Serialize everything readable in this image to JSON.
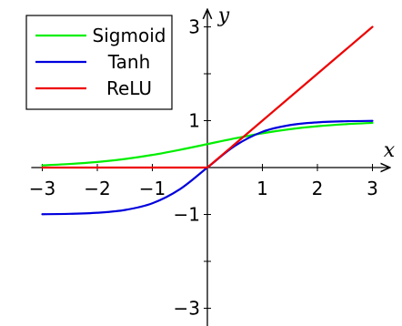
{
  "chart_data": {
    "type": "line",
    "xlabel": "x",
    "ylabel": "y",
    "xlim": [
      -3.2,
      3.3
    ],
    "ylim": [
      -3.4,
      3.35
    ],
    "x_ticks": [
      -3,
      -2,
      -1,
      1,
      2,
      3
    ],
    "x_tick_labels": [
      "−3",
      "−2",
      "−1",
      "1",
      "2",
      "3"
    ],
    "y_ticks": [
      -3,
      -1,
      1,
      3
    ],
    "y_tick_labels": [
      "−3",
      "−1",
      "1",
      "3"
    ],
    "grid": false,
    "legend_position": "top-left",
    "series": [
      {
        "name": "Sigmoid",
        "color": "#00ee00",
        "x": [
          -3,
          -2.5,
          -2,
          -1.5,
          -1,
          -0.5,
          0,
          0.5,
          1,
          1.5,
          2,
          2.5,
          3
        ],
        "values": [
          0.047,
          0.076,
          0.119,
          0.182,
          0.269,
          0.378,
          0.5,
          0.622,
          0.731,
          0.818,
          0.881,
          0.924,
          0.953
        ]
      },
      {
        "name": "Tanh",
        "color": "#0000dd",
        "x": [
          -3,
          -2.5,
          -2,
          -1.5,
          -1,
          -0.5,
          0,
          0.5,
          1,
          1.5,
          2,
          2.5,
          3
        ],
        "values": [
          -0.995,
          -0.987,
          -0.964,
          -0.905,
          -0.762,
          -0.462,
          0,
          0.462,
          0.762,
          0.905,
          0.964,
          0.987,
          0.995
        ]
      },
      {
        "name": "ReLU",
        "color": "#ee0000",
        "x": [
          -3,
          -2.5,
          -2,
          -1.5,
          -1,
          -0.5,
          0,
          0.5,
          1,
          1.5,
          2,
          2.5,
          3
        ],
        "values": [
          0,
          0,
          0,
          0,
          0,
          0,
          0,
          0.5,
          1,
          1.5,
          2,
          2.5,
          3
        ]
      }
    ]
  }
}
